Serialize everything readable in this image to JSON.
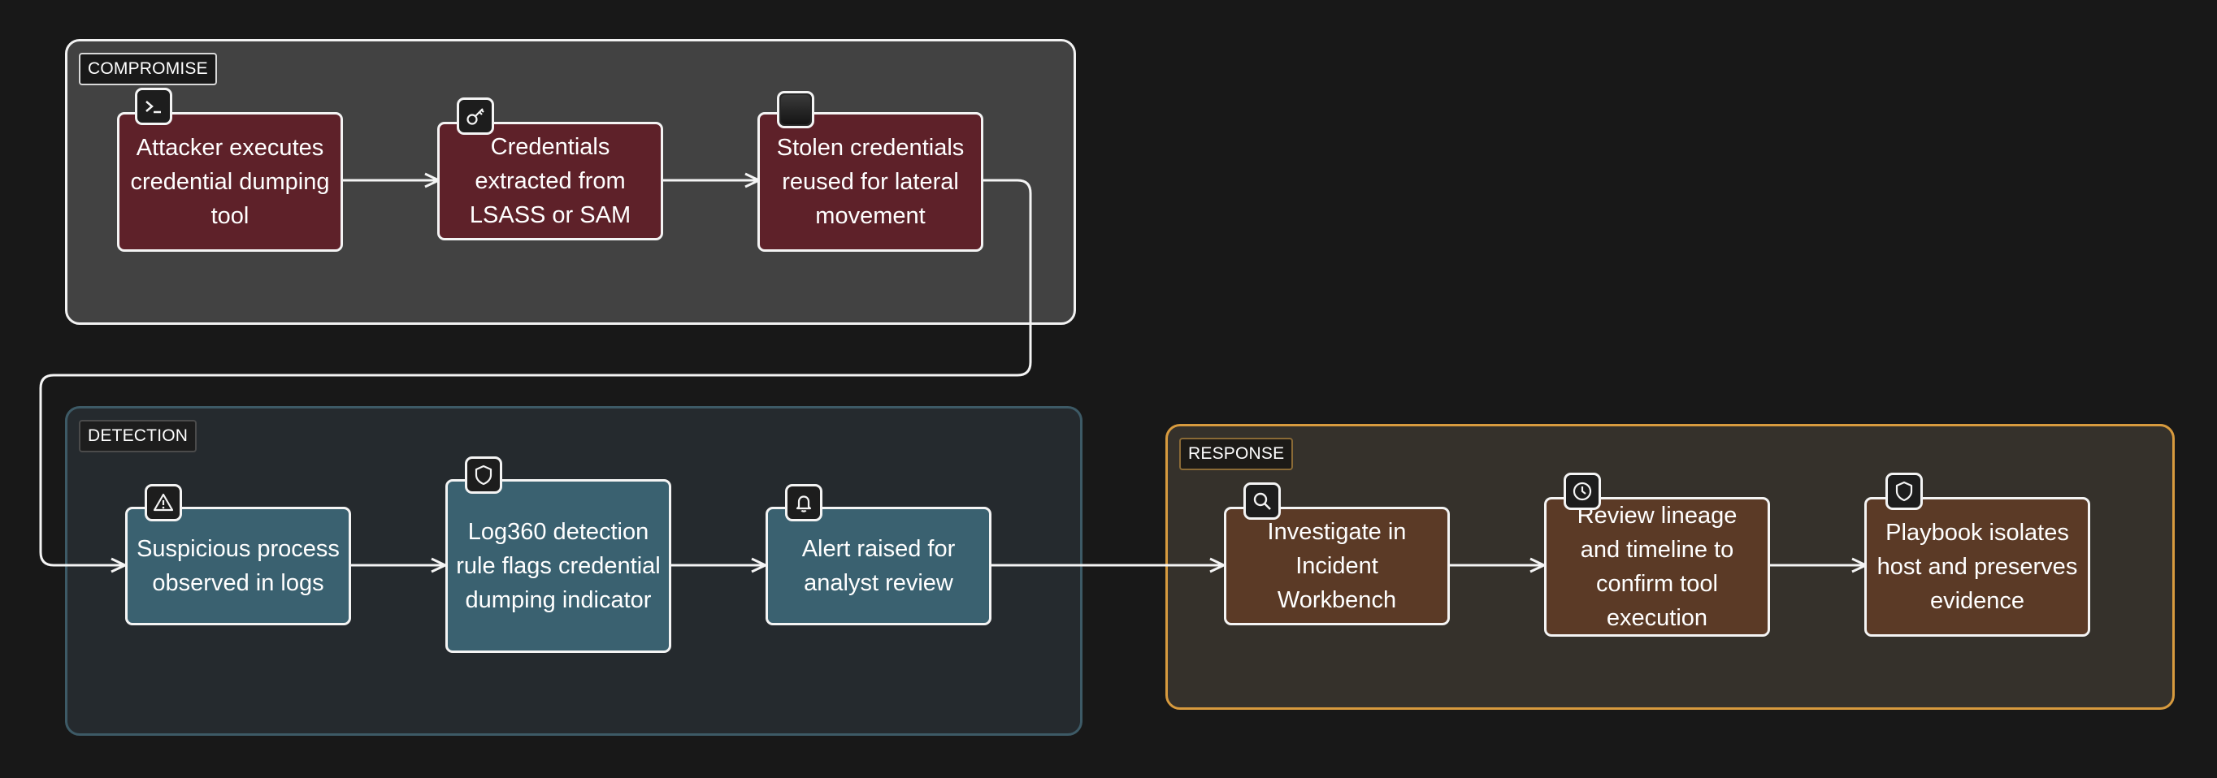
{
  "groups": {
    "compromise": "COMPROMISE",
    "detection": "DETECTION",
    "response": "RESPONSE"
  },
  "nodes": {
    "attacker_executes": "Attacker executes credential dumping tool",
    "credentials_extracted": "Credentials extracted from LSASS or SAM",
    "stolen_credentials": "Stolen credentials reused for lateral movement",
    "suspicious_process": "Suspicious process observed in logs",
    "detection_rule": "Log360 detection rule flags credential dumping indicator",
    "alert_raised": "Alert raised for analyst review",
    "investigate": "Investigate in Incident Workbench",
    "review_lineage": "Review lineage and timeline to confirm tool execution",
    "playbook": "Playbook isolates host and preserves evidence"
  },
  "icons": {
    "attacker_executes": "terminal-icon",
    "credentials_extracted": "key-icon",
    "stolen_credentials": "blank-square-icon",
    "suspicious_process": "warning-triangle-icon",
    "detection_rule": "shield-icon",
    "alert_raised": "bell-icon",
    "investigate": "search-icon",
    "review_lineage": "clock-icon",
    "playbook": "shield-icon"
  },
  "colors": {
    "compromise_node": "#5e2129",
    "detection_node": "#3a6170",
    "response_node": "#5b3a26",
    "response_border": "#d79a3e"
  }
}
